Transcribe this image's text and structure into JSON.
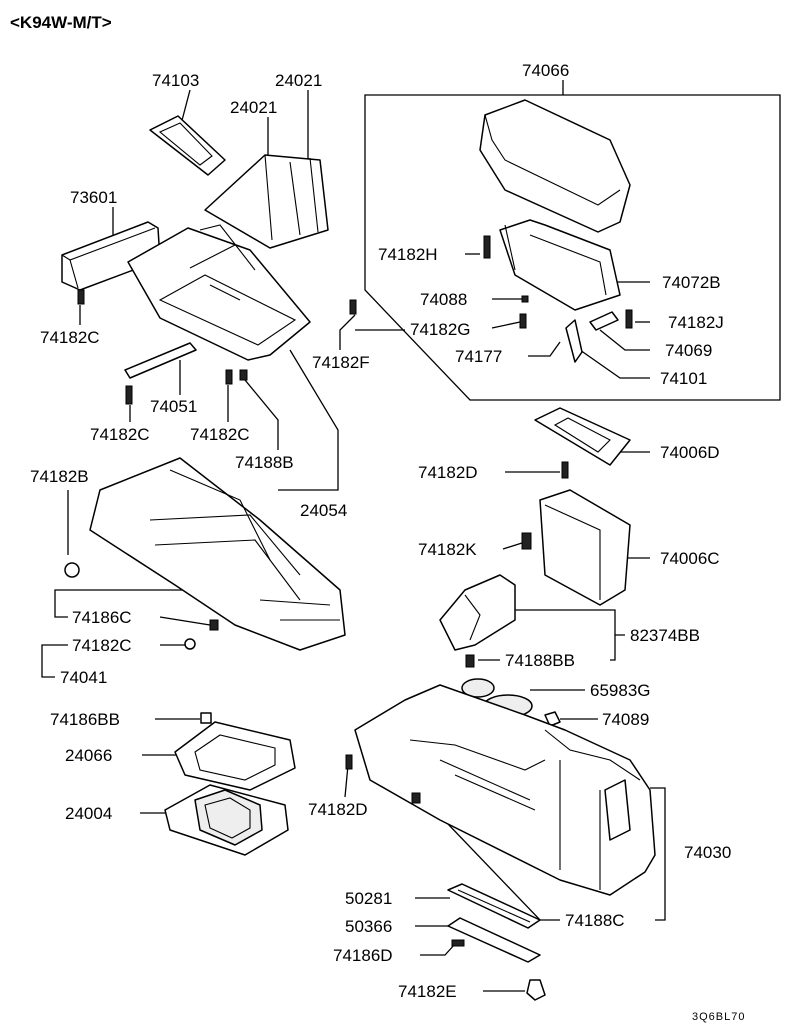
{
  "header": "<K94W-M/T>",
  "figure_code": "3Q6BL70",
  "labels": {
    "l74103": "74103",
    "l24021a": "24021",
    "l24021b": "24021",
    "l73601": "73601",
    "l74182C_a": "74182C",
    "l74051": "74051",
    "l74182C_b": "74182C",
    "l74182C_c": "74182C",
    "l74188B": "74188B",
    "l24054": "24054",
    "l74182F": "74182F",
    "l74066": "74066",
    "l74182H": "74182H",
    "l74072B": "74072B",
    "l74088": "74088",
    "l74182G": "74182G",
    "l74182J": "74182J",
    "l74069": "74069",
    "l74177": "74177",
    "l74101": "74101",
    "l74006D": "74006D",
    "l74182D_a": "74182D",
    "l74182K": "74182K",
    "l74006C": "74006C",
    "l74182B": "74182B",
    "l74186C": "74186C",
    "l74182C_d": "74182C",
    "l74041": "74041",
    "l82374BB": "82374BB",
    "l74188BB": "74188BB",
    "l65983G": "65983G",
    "l74186BB": "74186BB",
    "l74089": "74089",
    "l24066": "24066",
    "l74182D_b": "74182D",
    "l24004": "24004",
    "l74030": "74030",
    "l50281": "50281",
    "l50366": "50366",
    "l74188C": "74188C",
    "l74186D": "74186D",
    "l74182E": "74182E"
  }
}
